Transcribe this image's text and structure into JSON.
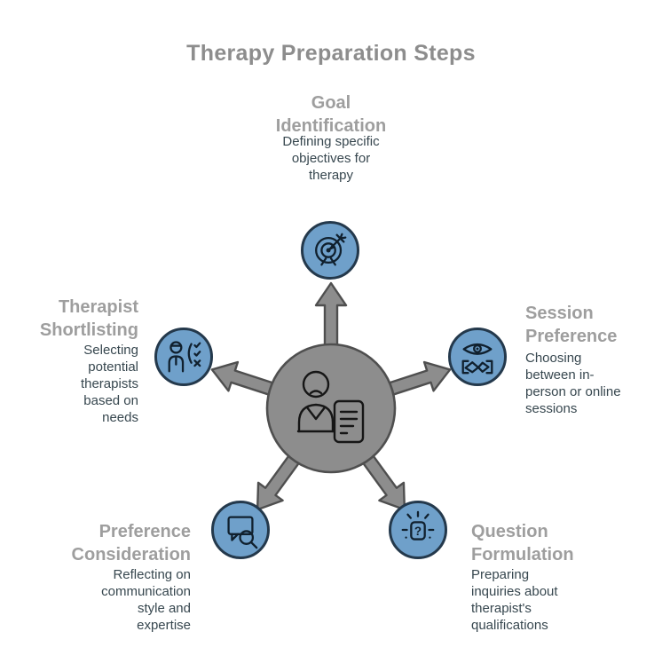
{
  "title": "Therapy Preparation Steps",
  "colors": {
    "accent_blue": "#6fa0ca",
    "node_border": "#24394c",
    "hub_gray": "#8d8d8d",
    "hub_outline": "#4f4f4f",
    "heading_gray": "#9e9e9e",
    "body_text": "#37474f"
  },
  "center": {
    "icon": "person-with-document-icon"
  },
  "steps": [
    {
      "id": "goal-identification",
      "title": "Goal Identification",
      "description": "Defining specific objectives for therapy",
      "icon": "target-arrow-icon"
    },
    {
      "id": "session-preference",
      "title": "Session Preference",
      "description": "Choosing between in-person or online sessions",
      "icon": "eye-handshake-icon"
    },
    {
      "id": "question-formulation",
      "title": "Question Formulation",
      "description": "Preparing inquiries about therapist's qualifications",
      "icon": "question-box-rays-icon",
      "icon_glyph": "?"
    },
    {
      "id": "preference-consideration",
      "title": "Preference Consideration",
      "description": "Reflecting on communication style and expertise",
      "icon": "speech-bubble-magnifier-icon"
    },
    {
      "id": "therapist-shortlisting",
      "title": "Therapist Shortlisting",
      "description": "Selecting potential therapists based on needs",
      "icon": "person-checklist-icon"
    }
  ]
}
